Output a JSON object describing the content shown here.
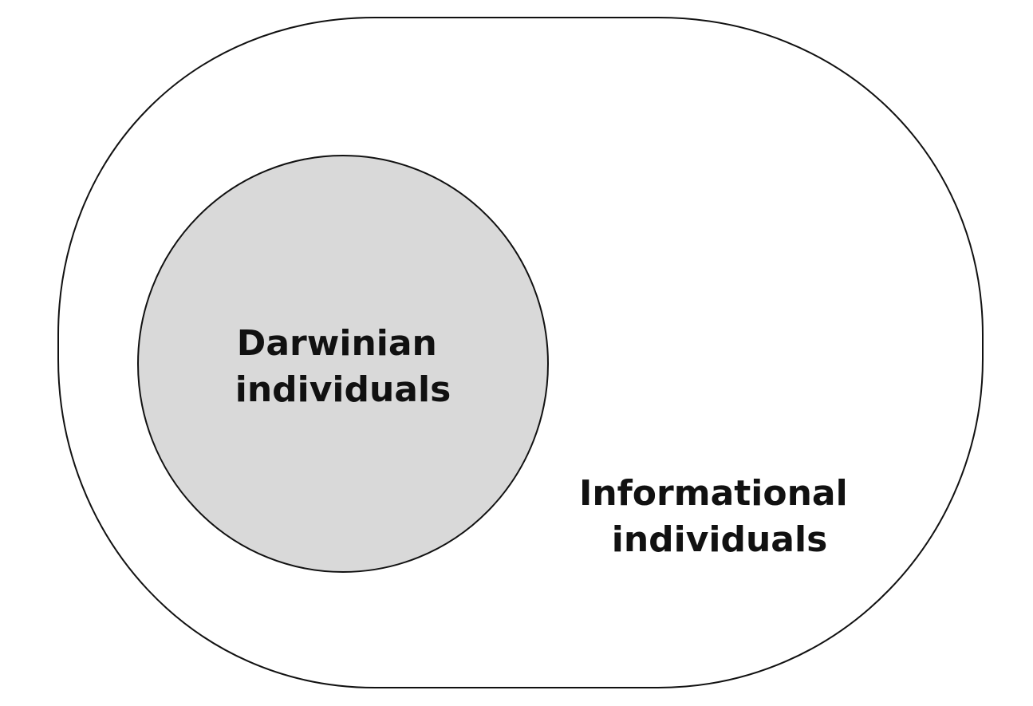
{
  "diagram": {
    "inner_set": {
      "label_line1": "Darwinian",
      "label_line2": "individuals",
      "fill_color": "#d9d9d9"
    },
    "outer_set": {
      "label_line1": "Informational",
      "label_line2": "individuals",
      "fill_color": "#ffffff"
    },
    "stroke_color": "#111111"
  }
}
